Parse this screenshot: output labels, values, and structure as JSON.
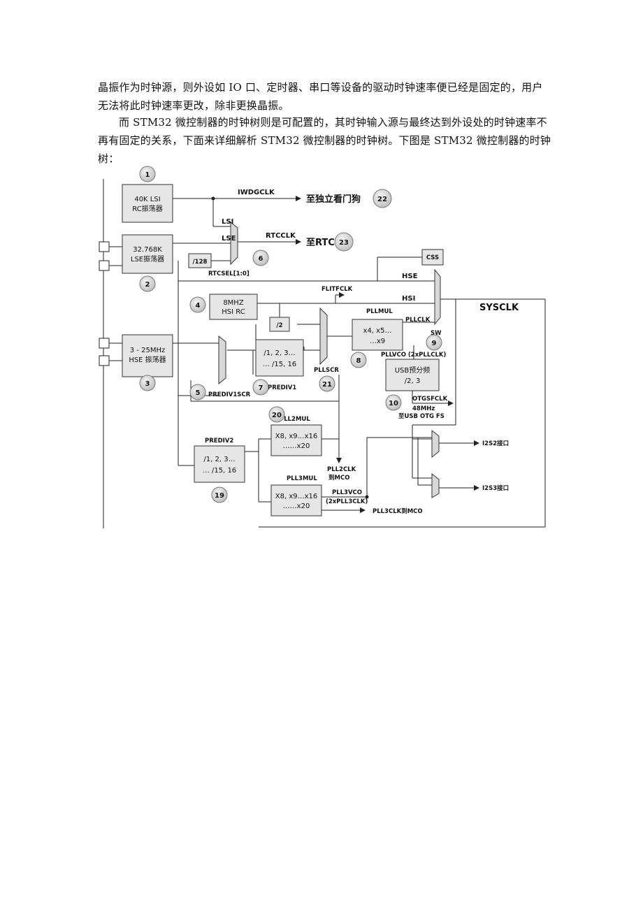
{
  "text": {
    "para1": "晶振作为时钟源，则外设如 IO 口、定时器、串口等设备的驱动时钟速率便已经是固定的，用户无法将此时钟速率更改，除非更换晶振。",
    "para2": "而 STM32 微控制器的时钟树则是可配置的，其时钟输入源与最终达到外设处的时钟速率不再有固定的关系，下面来详细解析 STM32 微控制器的时钟树。下图是 STM32 微控制器的时钟树："
  },
  "diagram": {
    "blocks": {
      "lsi": [
        "40K LSI",
        "RC振荡器"
      ],
      "lse": [
        "32.768K",
        "LSE振荡器"
      ],
      "hse": [
        "3 - 25MHz",
        "HSE 振荡器"
      ],
      "hsi": [
        "8MHZ",
        "HSI RC"
      ],
      "div128": "/128",
      "div2": "/2",
      "css": "CSS",
      "prediv1": [
        "/1, 2, 3…",
        "… /15, 16"
      ],
      "pllmul": [
        "x4, x5…",
        "…x9"
      ],
      "usb": [
        "USB预分频",
        "/2, 3"
      ],
      "prediv2": [
        "/1, 2, 3…",
        "… /15, 16"
      ],
      "pll2mul": [
        "X8, x9…x16",
        "……x20"
      ],
      "pll3mul": [
        "X8, x9…x16",
        "……x20"
      ]
    },
    "labels": {
      "iwdgclk": "IWDGCLK",
      "to_iwdg": "至独立看门狗",
      "lsi": "LSI",
      "lse": "LSE",
      "rtcclk": "RTCCLK",
      "to_rtc": "至RTC",
      "rtcsel": "RTCSEL[1:0]",
      "hse": "HSE",
      "hsi": "HSI",
      "flitfclk": "FLITFCLK",
      "sysclk": "SYSCLK",
      "pllmul": "PLLMUL",
      "pllclk": "PLLCLK",
      "sw": "SW",
      "pllvco": "PLLVCO (2xPLLCLK)",
      "pllscr": "PLLSCR",
      "prediv1": "PREDIV1",
      "prediv1scr": "PREDIV1SCR",
      "otgsfclk": "OTGSFCLK",
      "mhz48": "48MHz",
      "usb_otg": "至USB OTG FS",
      "pll2mul": "PLL2MUL",
      "prediv2": "PREDIV2",
      "pll2clk": "PLL2CLK",
      "to_mco": "到MCO",
      "pll3mul": "PLL3MUL",
      "pll3vco": "PLL3VCO",
      "pll3vco_sub": "(2xPLL3CLK)",
      "pll3clk_mco": "PLL3CLK到MCO",
      "i2s2": "I2S2接口",
      "i2s3": "I2S3接口"
    },
    "markers": {
      "m1": "1",
      "m2": "2",
      "m3": "3",
      "m4": "4",
      "m5": "5",
      "m6": "6",
      "m7": "7",
      "m8": "8",
      "m9": "9",
      "m10": "10",
      "m19": "19",
      "m20": "20",
      "m21": "21",
      "m22": "22",
      "m23": "23"
    }
  }
}
